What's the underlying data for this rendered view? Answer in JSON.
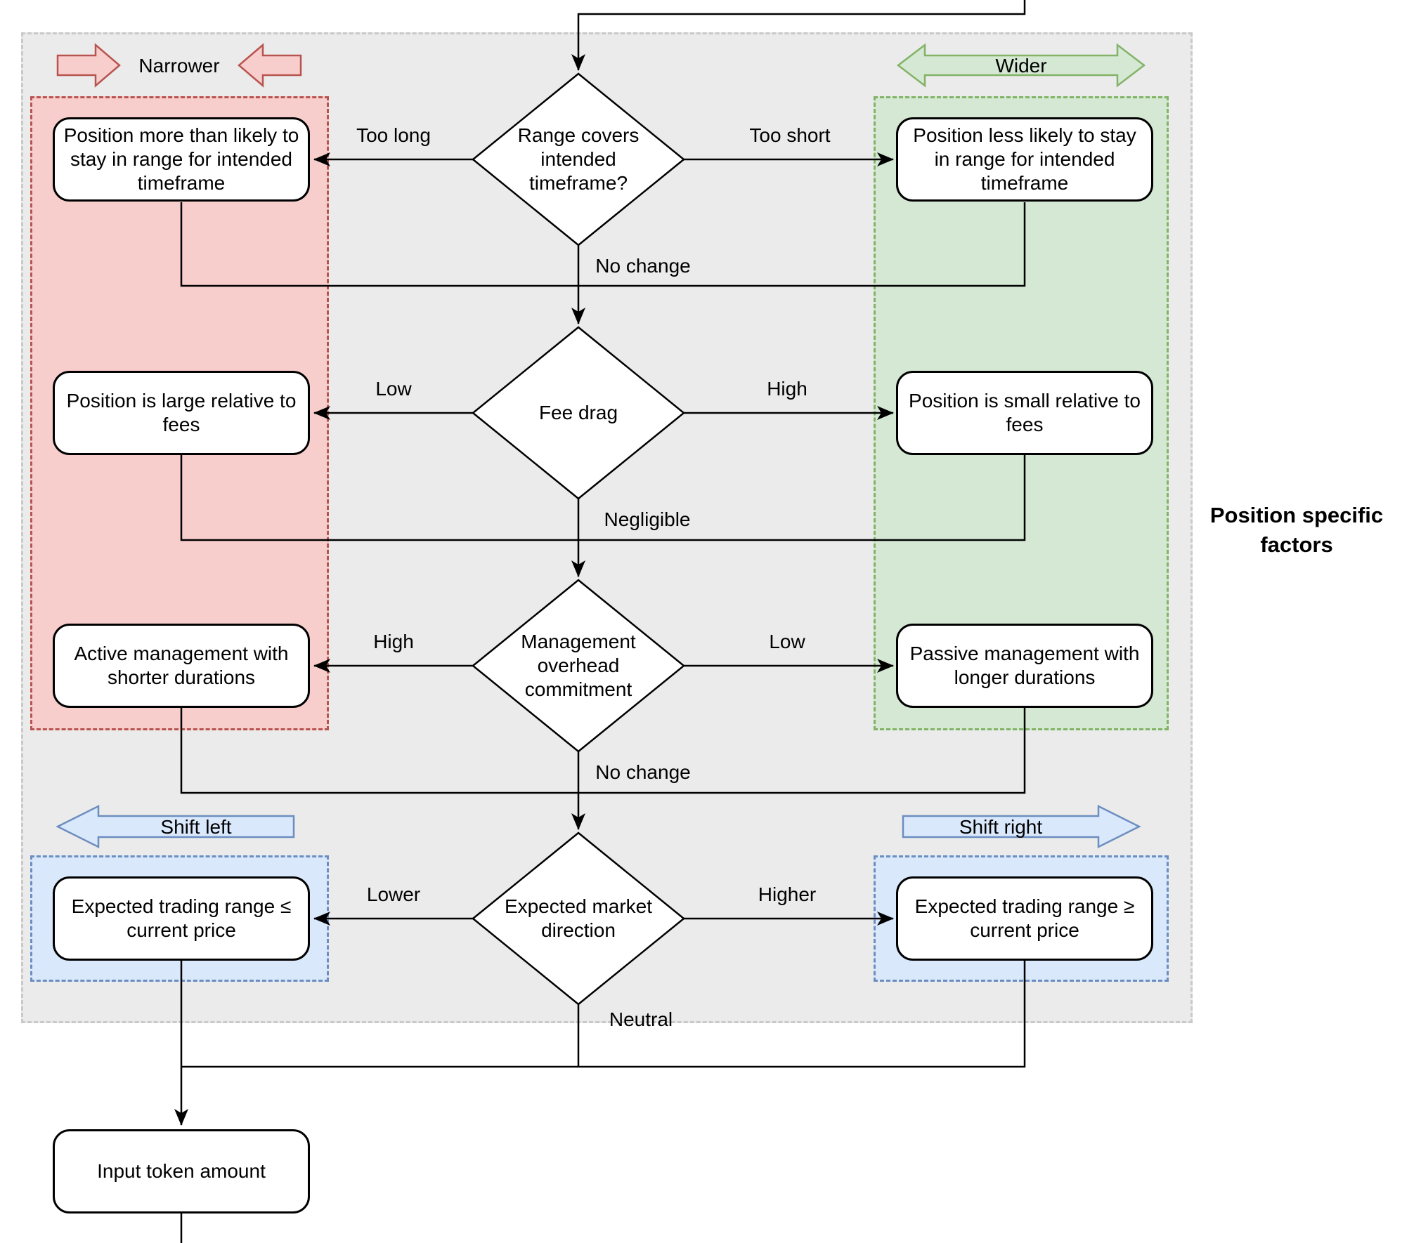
{
  "diagram": {
    "banners": {
      "narrower": "Narrower",
      "wider": "Wider",
      "shift_left": "Shift left",
      "shift_right": "Shift right"
    },
    "side_note": "Position specific factors",
    "decisions": [
      {
        "label": "Range covers intended timeframe?"
      },
      {
        "label": "Fee drag"
      },
      {
        "label": "Management overhead commitment"
      },
      {
        "label": "Expected market direction"
      }
    ],
    "outcomes_left": [
      "Position more than likely to stay in range for intended timeframe",
      "Position is large relative to fees",
      "Active management with shorter durations",
      "Expected trading range ≤ current price"
    ],
    "outcomes_right": [
      "Position less likely to stay in range for intended timeframe",
      "Position is small relative to fees",
      "Passive management with longer durations",
      "Expected trading range ≥ current price"
    ],
    "edge_labels": {
      "row1_left": "Too long",
      "row1_right": "Too short",
      "row1_down": "No change",
      "row2_left": "Low",
      "row2_right": "High",
      "row2_down": "Negligible",
      "row3_left": "High",
      "row3_right": "Low",
      "row3_down": "No change",
      "row4_left": "Lower",
      "row4_right": "Higher",
      "row4_down": "Neutral"
    },
    "terminal": "Input token amount",
    "colors": {
      "panel_gray_fill": "#ebebeb",
      "panel_gray_stroke": "#c9c9c9",
      "pink_fill": "#f8cecc",
      "pink_stroke": "#b85450",
      "green_fill": "#d5e8d4",
      "green_stroke": "#82b366",
      "blue_fill": "#dae8fc",
      "blue_stroke": "#6c8ebf",
      "line": "#000000"
    }
  }
}
